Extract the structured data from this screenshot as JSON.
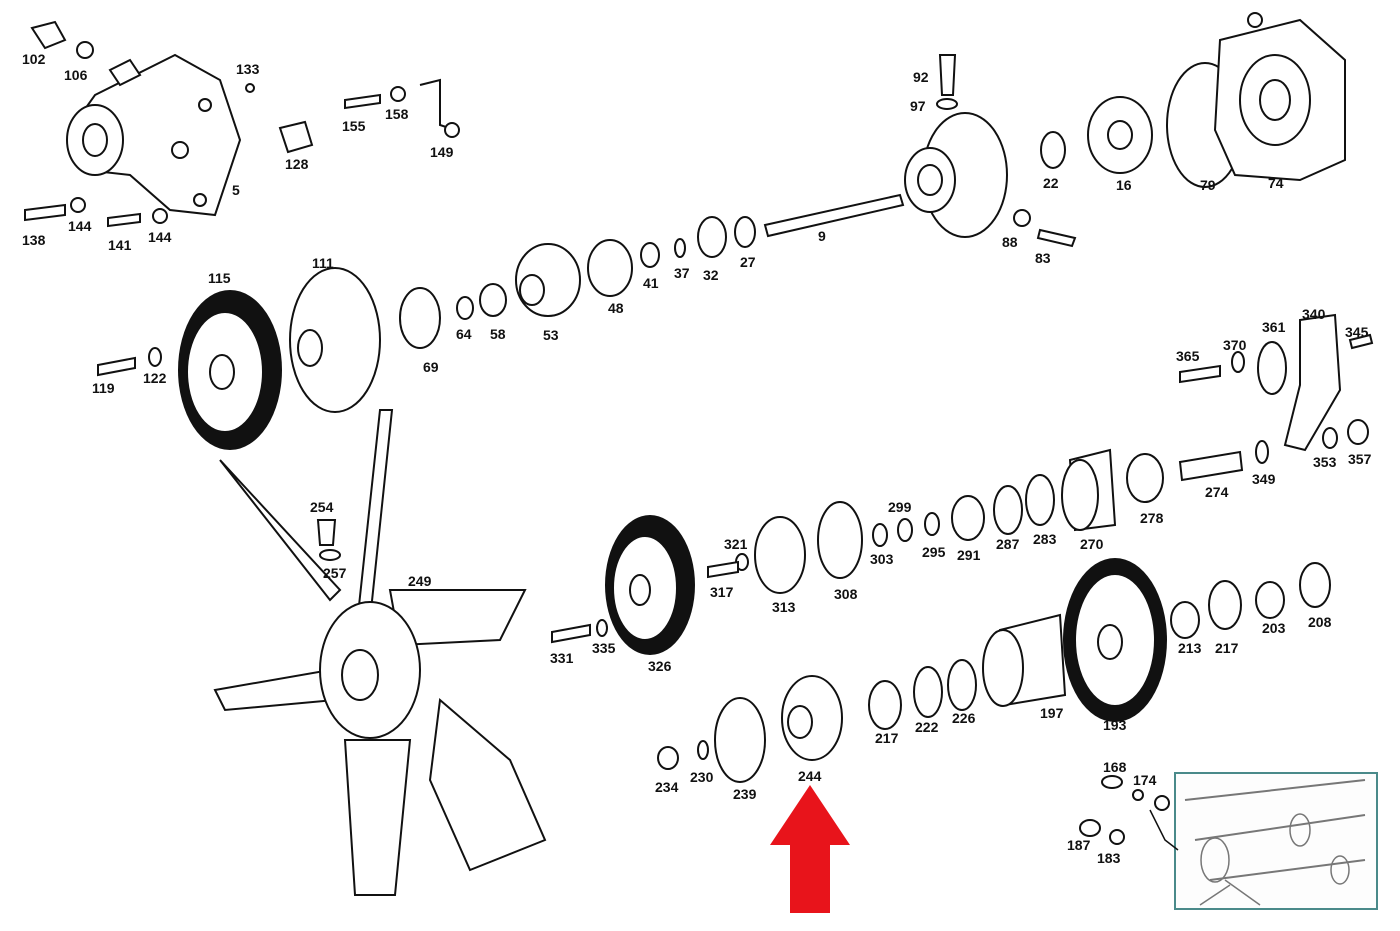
{
  "diagram": {
    "parts": [
      {
        "id": "102"
      },
      {
        "id": "106"
      },
      {
        "id": "133"
      },
      {
        "id": "5"
      },
      {
        "id": "128"
      },
      {
        "id": "155"
      },
      {
        "id": "158"
      },
      {
        "id": "149"
      },
      {
        "id": "138"
      },
      {
        "id": "144"
      },
      {
        "id": "141"
      },
      {
        "id": "144"
      },
      {
        "id": "92"
      },
      {
        "id": "97"
      },
      {
        "id": "22"
      },
      {
        "id": "16"
      },
      {
        "id": "79"
      },
      {
        "id": "74"
      },
      {
        "id": "88"
      },
      {
        "id": "83"
      },
      {
        "id": "115"
      },
      {
        "id": "111"
      },
      {
        "id": "119"
      },
      {
        "id": "122"
      },
      {
        "id": "69"
      },
      {
        "id": "64"
      },
      {
        "id": "58"
      },
      {
        "id": "53"
      },
      {
        "id": "48"
      },
      {
        "id": "41"
      },
      {
        "id": "37"
      },
      {
        "id": "32"
      },
      {
        "id": "27"
      },
      {
        "id": "9"
      },
      {
        "id": "365"
      },
      {
        "id": "370"
      },
      {
        "id": "361"
      },
      {
        "id": "340"
      },
      {
        "id": "345"
      },
      {
        "id": "353"
      },
      {
        "id": "357"
      },
      {
        "id": "349"
      },
      {
        "id": "274"
      },
      {
        "id": "278"
      },
      {
        "id": "270"
      },
      {
        "id": "283"
      },
      {
        "id": "287"
      },
      {
        "id": "291"
      },
      {
        "id": "295"
      },
      {
        "id": "299"
      },
      {
        "id": "303"
      },
      {
        "id": "308"
      },
      {
        "id": "313"
      },
      {
        "id": "321"
      },
      {
        "id": "317"
      },
      {
        "id": "254"
      },
      {
        "id": "257"
      },
      {
        "id": "249"
      },
      {
        "id": "326"
      },
      {
        "id": "331"
      },
      {
        "id": "335"
      },
      {
        "id": "208"
      },
      {
        "id": "203"
      },
      {
        "id": "217"
      },
      {
        "id": "213"
      },
      {
        "id": "193"
      },
      {
        "id": "197"
      },
      {
        "id": "226"
      },
      {
        "id": "222"
      },
      {
        "id": "217"
      },
      {
        "id": "244"
      },
      {
        "id": "239"
      },
      {
        "id": "230"
      },
      {
        "id": "234"
      },
      {
        "id": "168"
      },
      {
        "id": "174"
      },
      {
        "id": "187"
      },
      {
        "id": "183"
      }
    ]
  }
}
